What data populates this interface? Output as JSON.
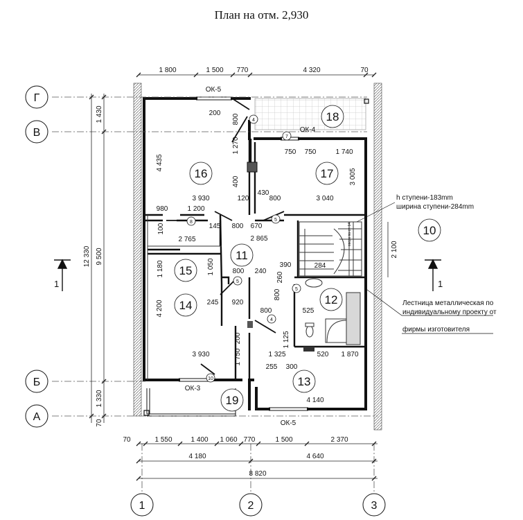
{
  "title": "План на отм. 2,930",
  "axes_rows": [
    "Г",
    "В",
    "Б",
    "А"
  ],
  "axes_cols": [
    "1",
    "2",
    "3"
  ],
  "rooms": [
    "16",
    "17",
    "18",
    "11",
    "15",
    "14",
    "12",
    "13",
    "19",
    "10"
  ],
  "top_dims": [
    "1 800",
    "1 500",
    "770",
    "4 320",
    "70"
  ],
  "bottom_dims_1": [
    "70",
    "1 550",
    "1 400",
    "1 060",
    "770",
    "1 500",
    "2 370"
  ],
  "bottom_dims_2": [
    "4 180",
    "4 640"
  ],
  "bottom_total": "8 820",
  "left_dims_1": [
    "1 430",
    "9 500",
    "1 330",
    "70"
  ],
  "left_total": "12 330",
  "windows": [
    "ОК-5",
    "ОК-4",
    "ОК-3",
    "ОК-5"
  ],
  "door_marks": [
    "4",
    "7",
    "8",
    "5",
    "5",
    "4",
    "5",
    "10"
  ],
  "inner_dims": [
    "200",
    "800",
    "1 270",
    "750",
    "750",
    "1 740",
    "4 435",
    "400",
    "430",
    "3 005",
    "3 930",
    "120",
    "800",
    "3 040",
    "980",
    "1 200",
    "100",
    "145",
    "800",
    "670",
    "2 765",
    "2 865",
    "390",
    "284",
    "2 100",
    "1 180",
    "1 050",
    "800",
    "240",
    "260",
    "800",
    "4 200",
    "245",
    "920",
    "525",
    "800",
    "1 125",
    "200",
    "1 750",
    "3 930",
    "1 325",
    "520",
    "1 870",
    "255",
    "300",
    "4 140"
  ],
  "stair_note_1": "h ступени-183mm",
  "stair_note_2": "ширина ступени-284mm",
  "section_mark": "1",
  "callout_lines": [
    "Лестница металлическая по",
    "индивидуальному проекту от",
    "фирмы изготовителя"
  ],
  "stair_arrow_label": "вверх по ст. 14"
}
